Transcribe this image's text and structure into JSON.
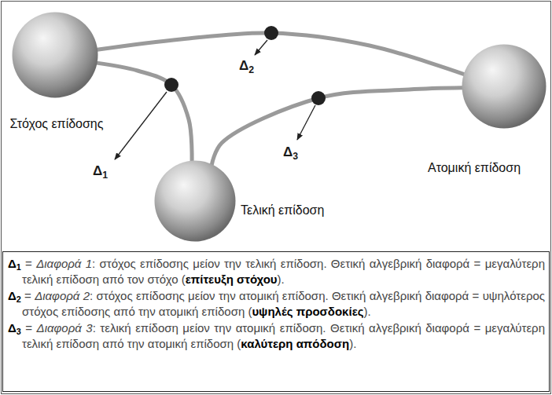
{
  "diagram": {
    "nodes": [
      {
        "text": [
          "Στόχος επίδοσης"
        ]
      },
      {
        "text": [
          "Τελική επίδοση"
        ]
      },
      {
        "text": [
          "Ατομική επίδοση"
        ]
      }
    ],
    "edges": [
      {
        "from": 0,
        "to": 2,
        "arrow": "none"
      },
      {
        "from": 0,
        "to": 1,
        "arrow": "none"
      },
      {
        "from": 1,
        "to": 2,
        "arrow": "none"
      }
    ],
    "labels": [
      "Δ1",
      "Δ2",
      "Δ3",
      "Δ1 = Διαφορά 1: στόχος επίδοσης μείον την τελική επίδοση. Θετική αλγεβρική διαφορά = μεγαλύτερη τελική επίδοση από τον στόχο (επίτευξη στόχου).",
      "Δ2 = Διαφορά 2: στόχος επίδοσης μείον την ατομική επίδοση. Θετική αλγεβρική διαφορά = υψηλότερος στόχος επίδοσης από την ατομική επίδοση (υψηλές προσδοκίες).",
      "Δ3 = Διαφορά 3: τελική επίδοση μείον την ατομική επίδοση. Θετική αλγεβρική διαφορά = μεγαλύτερη τελική επίδοση από την ατομική επίδοση (καλύτερη απόδοση)."
    ]
  }
}
